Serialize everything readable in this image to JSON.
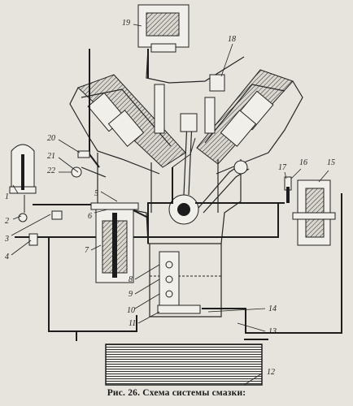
{
  "figure": {
    "caption": "Рис. 26. Схема системы смазки:",
    "callouts": [
      "1",
      "2",
      "3",
      "4",
      "5",
      "6",
      "7",
      "8",
      "9",
      "10",
      "11",
      "12",
      "13",
      "14",
      "15",
      "16",
      "17",
      "18",
      "19",
      "20",
      "21",
      "22"
    ]
  }
}
